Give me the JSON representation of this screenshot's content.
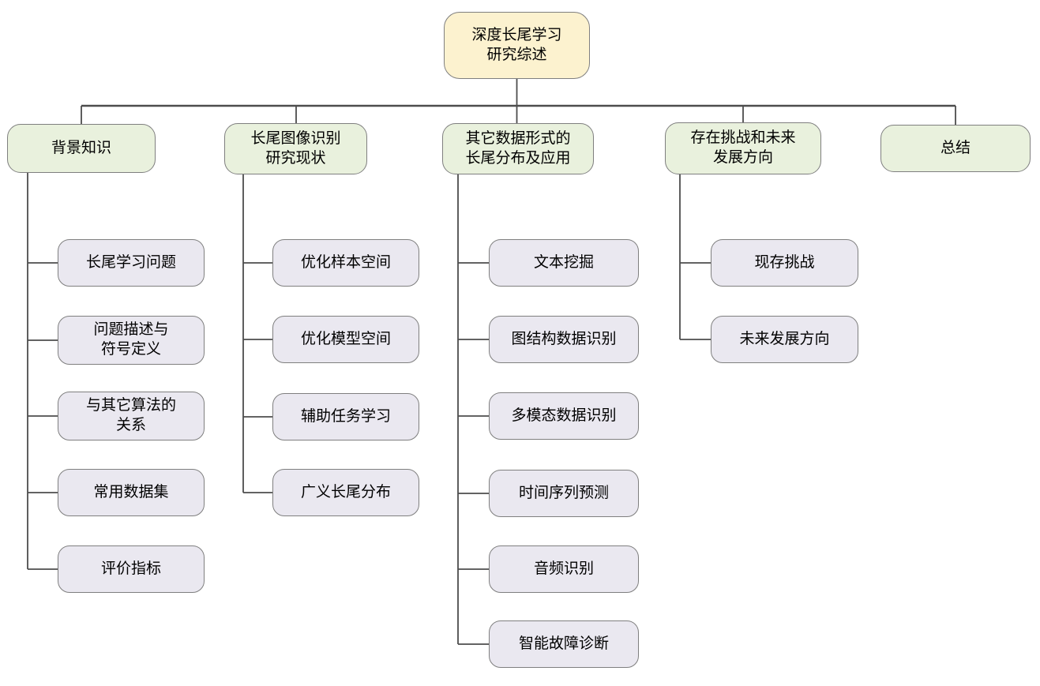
{
  "diagram": {
    "title": "深度长尾学习研究综述",
    "root": {
      "label": "深度长尾学习\n研究综述"
    },
    "branches": [
      {
        "label": "背景知识",
        "children": [
          "长尾学习问题",
          "问题描述与\n符号定义",
          "与其它算法的\n关系",
          "常用数据集",
          "评价指标"
        ]
      },
      {
        "label": "长尾图像识别\n研究现状",
        "children": [
          "优化样本空间",
          "优化模型空间",
          "辅助任务学习",
          "广义长尾分布"
        ]
      },
      {
        "label": "其它数据形式的\n长尾分布及应用",
        "children": [
          "文本挖掘",
          "图结构数据识别",
          "多模态数据识别",
          "时间序列预测",
          "音频识别",
          "智能故障诊断"
        ]
      },
      {
        "label": "存在挑战和未来\n发展方向",
        "children": [
          "现存挑战",
          "未来发展方向"
        ]
      },
      {
        "label": "总结",
        "children": []
      }
    ],
    "colors": {
      "root_fill": "#fcf2cf",
      "branch_fill": "#e9f1dd",
      "child_fill": "#eae8f0",
      "border": "#7f7f7f",
      "line": "#4d4d4d",
      "text": "#000000"
    }
  }
}
